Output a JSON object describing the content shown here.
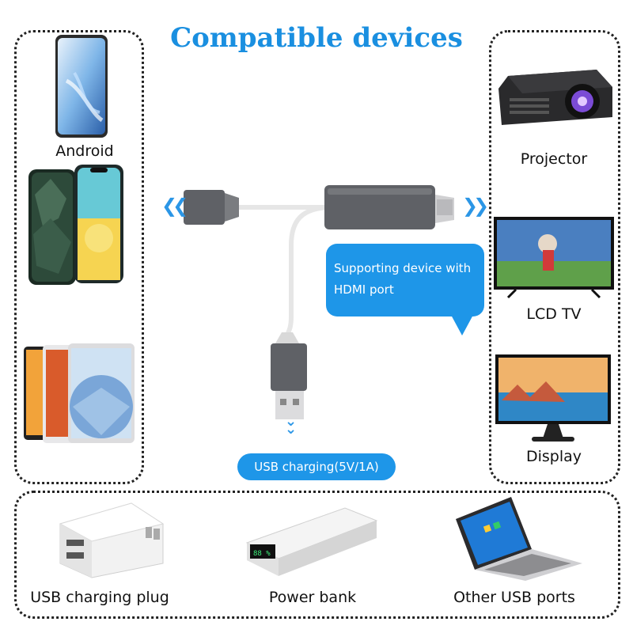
{
  "title": "Compatible devices",
  "devices_left": [
    "Android",
    "",
    ""
  ],
  "devices_right": [
    "Projector",
    "LCD TV",
    "Display"
  ],
  "bubble_lines": [
    "Supporting device with",
    "HDMI port"
  ],
  "usb_pill": "USB charging(5V/1A)",
  "power_sources": [
    "USB charging plug",
    "Power bank",
    "Other USB ports"
  ],
  "colors": {
    "accent": "#1e96e8",
    "title": "#1a8fe0",
    "cable": "#5f6166"
  }
}
